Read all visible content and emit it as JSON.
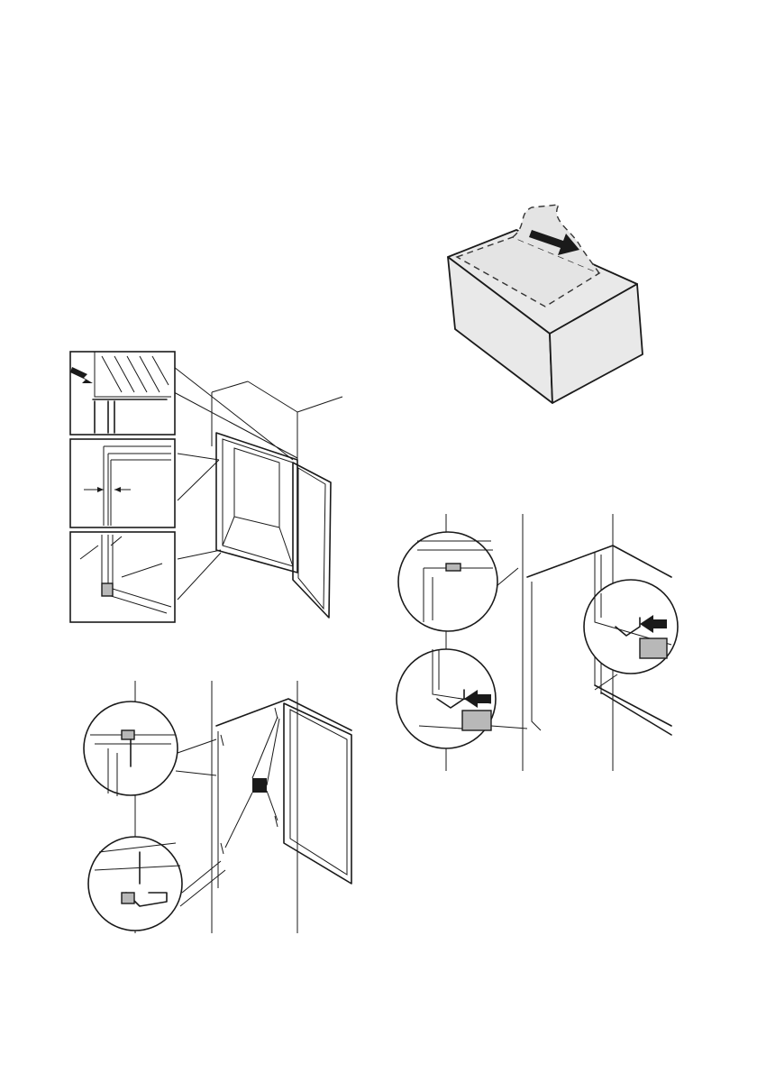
{
  "page": {
    "background": "#ffffff",
    "line_color": "#1a1a1a",
    "fill_gray": "#e9e9e9"
  },
  "figures": [
    {
      "id": "fig-box-remove-cover",
      "icon": "packaging-box-with-arrow-icon"
    },
    {
      "id": "fig-cabinet-door-alignment",
      "icon": "cabinet-door-alignment-icon"
    },
    {
      "id": "fig-hinge-cover-fitting",
      "icon": "hinge-cover-fitting-icon"
    },
    {
      "id": "fig-door-bracket-screws",
      "icon": "door-bracket-screws-icon"
    }
  ]
}
